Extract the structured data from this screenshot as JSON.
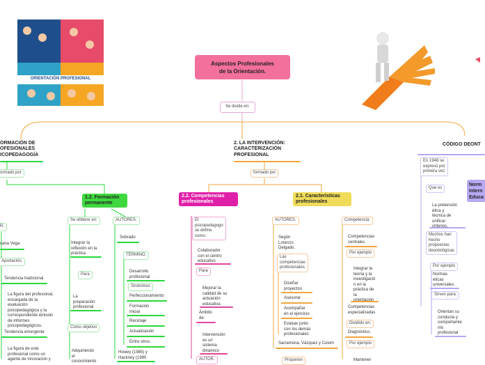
{
  "root": {
    "title_line1": "Aspectos Profesionales",
    "title_line2": "de la Orientación."
  },
  "connector": "Se divide en:",
  "poster": {
    "label": "ORIENTACIÓN PROFESIONAL"
  },
  "branch1": {
    "title": "ORMACIÓN DE\nOFESIONALES\nICOPEDAGOGÍA",
    "formado": "ormado por",
    "sub": "1.2. Formación\npermanente",
    "se_obtiene": "Se obtiene en:",
    "autores": "AUTORES.",
    "integrar": "Integrar la\nreflexión en la\npráctica",
    "para": "Para",
    "preparacion": "La\npreparación\nprofesional",
    "como_objetivo": "Cómo objetivo",
    "adquiriendo": "Adquiriendo\nel\nconocimiento",
    "sobrado": "Sobrado",
    "termino": "TÉRMINO.",
    "terms": [
      "Desarrollo\nprofesional",
      "Sinónimos",
      "Perfeccionamiento",
      "Formación\ninicial",
      "Reciclaje",
      "Actualización",
      "Entre otros."
    ],
    "howey": "Howey (1985) y\nHackney (1990",
    "left_items": {
      "r": "R.",
      "cana": "cana Vega",
      "aportacion": "Aportación.",
      "trad": "Tendencia tradicional",
      "trad_desc": "La figura del profesional,\nencargada de la\nevaluación\npsicopedagógica y la\ncorrespondiente emisión\nde informes\npsicopedagógicos.",
      "emergente": "Tendencia emergente",
      "emergente_desc": "La figura de este\nprofesional como un\nagente de innovación y"
    }
  },
  "branch2": {
    "title": "2. LA INTERVENCIÓN:\nCARACTERIZACIÓN\nPROFESIONAL",
    "formado": "formado por",
    "sub_a": "2.2. Competencias\nprofesionales",
    "sub_b": "2.1. Características\nprofesionales",
    "psico": "El\npsicopedagogo\nse define\ncomo:",
    "colaborador": "Colaborador\ncon el centro\neducativo",
    "para": "Para",
    "mejorar": "Mejorar la\ncalidad de su\nactuación\neducativa",
    "ambito": "Ámbito\nde:",
    "intervencion": "Intervención\nes un\nsistema\ndinámico",
    "autor": "AUTOR.",
    "autores": "AUTORES.",
    "segun": "Según\nLorenzo\nDelgado.",
    "competencias_prof": "Las\ncompetencias\nprofesionales.",
    "disenar": "Diseñar\nproyectos",
    "asesorar": "Asesorar",
    "acompanar": "Acompañar\nen el ejercicio",
    "evaluar": "Evaluar junto\ncon los demás\nprofesionales",
    "sarramona": "Sarramona, Vázquez y Colom",
    "proponen": "Proponen",
    "competencia": "Competencia:",
    "comp_centrales": "Competencias\ncentrales",
    "por_ejemplo1": "Por ejemplo",
    "integrar_teoria": "Integrar la\nteoría y la\ninvestigació\nn en la\npráctica de\nla\norientación",
    "comp_especial": "Competencias\nespecializadas",
    "dividido": "Dividido en:",
    "diagnostico": "Diagnóstico.",
    "por_ejemplo2": "Por ejemplo",
    "mantener": "Mantener"
  },
  "branch3": {
    "title": "CÓDIGO DEONT",
    "en1948": "En 1948 se\nexpresó por\nprimera vez",
    "que_es": "Que es",
    "pretension": "La pretensión\nética y\ntécnica de\nunificar\ncriterios.",
    "muchos": "Muchos han\nhecho\npropuestas\ndeontológicas",
    "por_ejemplo": "Por ejemplo",
    "normas": "Normas\néticas\nuniversales.",
    "sirven": "Sirven para:",
    "orientan": "Orientan su\nconducta y\ncomportamie\nnto\nprofesional",
    "norm_box": "Norm\nIntern\nEduca"
  }
}
